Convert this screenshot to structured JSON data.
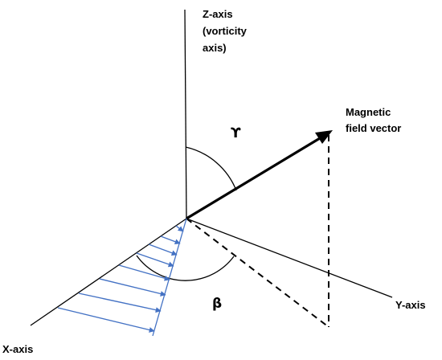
{
  "labels": {
    "z_axis": [
      "Z-axis",
      "(vorticity",
      "axis)"
    ],
    "magnetic_field": [
      "Magnetic",
      "field vector"
    ],
    "gamma": "ϒ",
    "beta": "β",
    "y_axis": "Y-axis",
    "x_axis": "X-axis"
  },
  "colors": {
    "lines": "#000000",
    "shear_arrows": "#4472C4",
    "background": "#ffffff"
  }
}
